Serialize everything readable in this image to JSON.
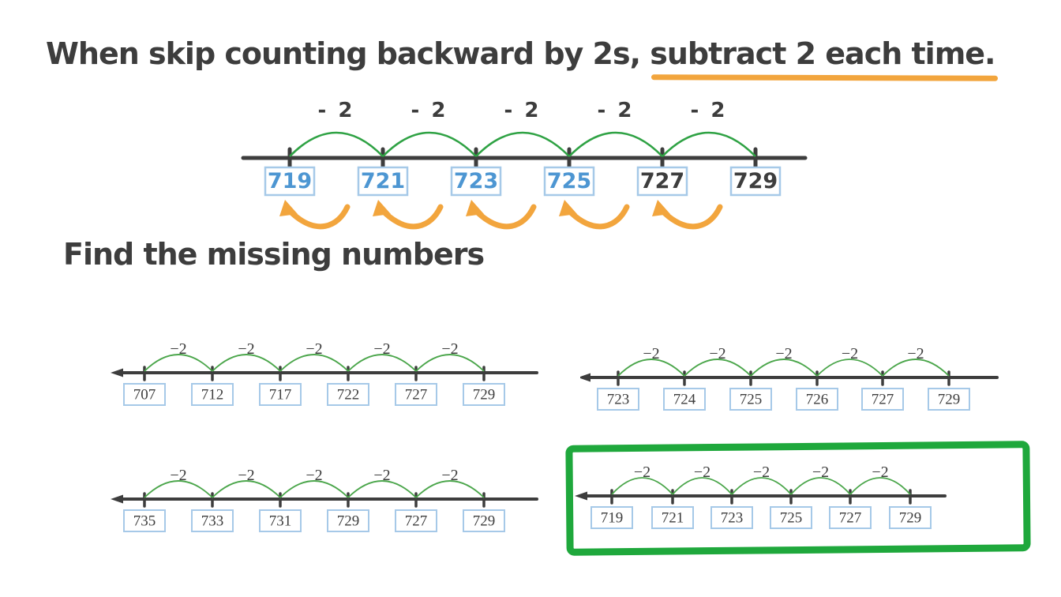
{
  "title": {
    "text_before": "When skip counting backward by 2s, ",
    "text_underlined": "subtract 2 each time."
  },
  "instruction": "Find the missing numbers",
  "colors": {
    "ink": "#3D3D3D",
    "arc_green_main": "#2FA244",
    "arc_green_option": "#4BA64B",
    "orange": "#F2A53D",
    "box_border_blue": "#A6C9E8",
    "filled_answer_blue": "#4D96D2",
    "correct_outline_green": "#1FA83C"
  },
  "main_numberline": {
    "step_label": "- 2",
    "backward_arrows": true,
    "values": [
      {
        "text": "719",
        "filled": true
      },
      {
        "text": "721",
        "filled": true
      },
      {
        "text": "723",
        "filled": true
      },
      {
        "text": "725",
        "filled": true
      },
      {
        "text": "727",
        "filled": false
      },
      {
        "text": "729",
        "filled": false
      }
    ]
  },
  "options": [
    {
      "id": "option-a",
      "step_label": "−2",
      "correct": false,
      "values": [
        "707",
        "712",
        "717",
        "722",
        "727",
        "729"
      ]
    },
    {
      "id": "option-b",
      "step_label": "−2",
      "correct": false,
      "values": [
        "723",
        "724",
        "725",
        "726",
        "727",
        "729"
      ]
    },
    {
      "id": "option-c",
      "step_label": "−2",
      "correct": false,
      "values": [
        "735",
        "733",
        "731",
        "729",
        "727",
        "729"
      ]
    },
    {
      "id": "option-d",
      "step_label": "−2",
      "correct": true,
      "values": [
        "719",
        "721",
        "723",
        "725",
        "727",
        "729"
      ]
    }
  ]
}
